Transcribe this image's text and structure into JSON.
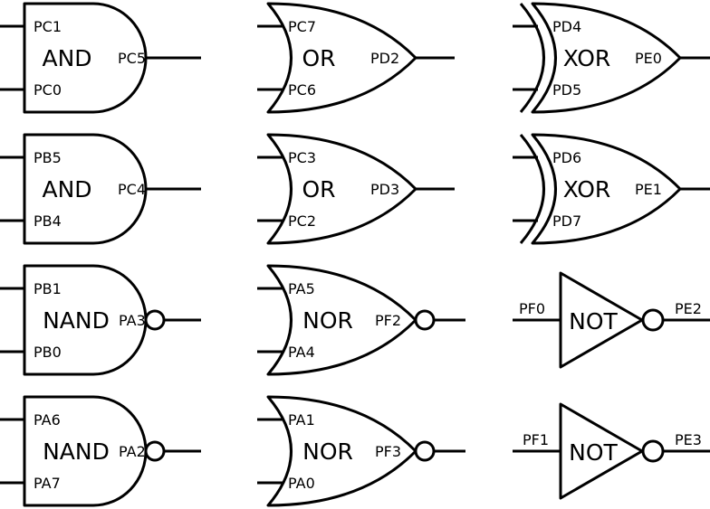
{
  "gates": [
    {
      "type": "AND",
      "label": "AND",
      "in1": "PC1",
      "in2": "PC0",
      "out": "PC5"
    },
    {
      "type": "OR",
      "label": "OR",
      "in1": "PC7",
      "in2": "PC6",
      "out": "PD2"
    },
    {
      "type": "XOR",
      "label": "XOR",
      "in1": "PD4",
      "in2": "PD5",
      "out": "PE0"
    },
    {
      "type": "AND",
      "label": "AND",
      "in1": "PB5",
      "in2": "PB4",
      "out": "PC4"
    },
    {
      "type": "OR",
      "label": "OR",
      "in1": "PC3",
      "in2": "PC2",
      "out": "PD3"
    },
    {
      "type": "XOR",
      "label": "XOR",
      "in1": "PD6",
      "in2": "PD7",
      "out": "PE1"
    },
    {
      "type": "NAND",
      "label": "NAND",
      "in1": "PB1",
      "in2": "PB0",
      "out": "PA3"
    },
    {
      "type": "NOR",
      "label": "NOR",
      "in1": "PA5",
      "in2": "PA4",
      "out": "PF2"
    },
    {
      "type": "NOT",
      "label": "NOT",
      "in1": "PF0",
      "out": "PE2"
    },
    {
      "type": "NAND",
      "label": "NAND",
      "in1": "PA6",
      "in2": "PA7",
      "out": "PA2"
    },
    {
      "type": "NOR",
      "label": "NOR",
      "in1": "PA1",
      "in2": "PA0",
      "out": "PF3"
    },
    {
      "type": "NOT",
      "label": "NOT",
      "in1": "PF1",
      "out": "PE3"
    }
  ]
}
